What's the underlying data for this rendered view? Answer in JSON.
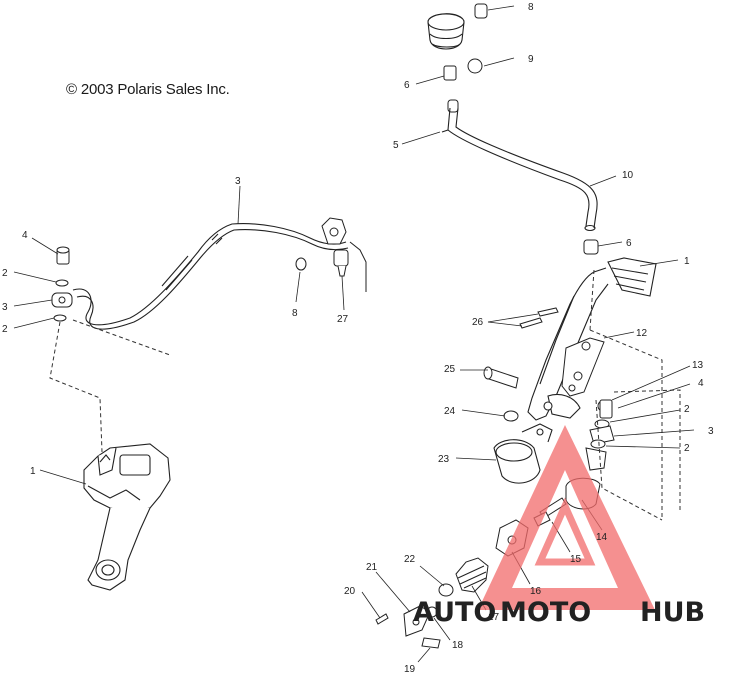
{
  "copyright": "© 2003 Polaris Sales Inc.",
  "callouts": [
    {
      "id": "c8a",
      "text": "8"
    },
    {
      "id": "c9",
      "text": "9"
    },
    {
      "id": "c6a",
      "text": "6"
    },
    {
      "id": "c5",
      "text": "5"
    },
    {
      "id": "c10",
      "text": "10"
    },
    {
      "id": "c6b",
      "text": "6"
    },
    {
      "id": "c1a",
      "text": "1"
    },
    {
      "id": "c12",
      "text": "12"
    },
    {
      "id": "c26",
      "text": "26"
    },
    {
      "id": "c25",
      "text": "25"
    },
    {
      "id": "c13",
      "text": "13"
    },
    {
      "id": "c4b",
      "text": "4"
    },
    {
      "id": "c2c",
      "text": "2"
    },
    {
      "id": "c3b",
      "text": "3"
    },
    {
      "id": "c2d",
      "text": "2"
    },
    {
      "id": "c24",
      "text": "24"
    },
    {
      "id": "c23",
      "text": "23"
    },
    {
      "id": "c14",
      "text": "14"
    },
    {
      "id": "c15",
      "text": "15"
    },
    {
      "id": "c16",
      "text": "16"
    },
    {
      "id": "c17",
      "text": "17"
    },
    {
      "id": "c18",
      "text": "18"
    },
    {
      "id": "c19",
      "text": "19"
    },
    {
      "id": "c20",
      "text": "20"
    },
    {
      "id": "c21",
      "text": "21"
    },
    {
      "id": "c22",
      "text": "22"
    },
    {
      "id": "c3a",
      "text": "3"
    },
    {
      "id": "c4a",
      "text": "4"
    },
    {
      "id": "c2a",
      "text": "2"
    },
    {
      "id": "c3c",
      "text": "3"
    },
    {
      "id": "c2b",
      "text": "2"
    },
    {
      "id": "c8b",
      "text": "8"
    },
    {
      "id": "c27",
      "text": "27"
    },
    {
      "id": "c1b",
      "text": "1"
    }
  ],
  "watermark": {
    "part1": "AUTO",
    "part2": "MOTO",
    "part3": "HUB",
    "color_red": "#ee3b3b",
    "color_gray": "#6e6e6e",
    "triangle_color": "#f26b6b"
  }
}
